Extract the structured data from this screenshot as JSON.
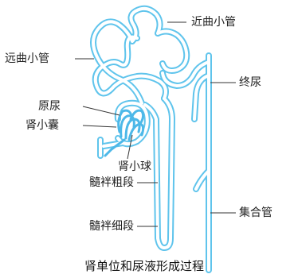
{
  "colors": {
    "tubule_outer": "#5fc4ec",
    "tubule_inner": "#ffffff",
    "capillary": "#4db8e8",
    "leader_line": "#333333",
    "text": "#222222"
  },
  "labels": {
    "proximal_tubule": "近曲小管",
    "distal_tubule": "远曲小管",
    "filtrate": "原尿",
    "bowmans_capsule": "肾小囊",
    "glomerulus": "肾小球",
    "thick_segment": "髓袢粗段",
    "thin_segment": "髓袢细段",
    "final_urine": "终尿",
    "collecting_duct": "集合管"
  },
  "caption": "肾单位和尿液形成过程"
}
